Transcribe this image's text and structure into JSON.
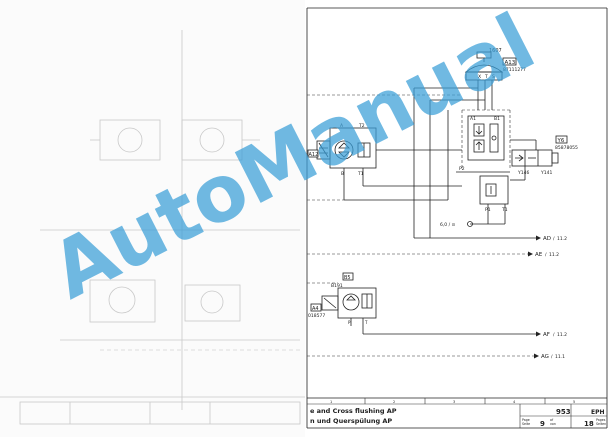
{
  "diagram": {
    "components": [
      {
        "id": "comp-a13",
        "tag": "A13",
        "part": "87111277",
        "ref": "1607"
      },
      {
        "id": "comp-y6",
        "tag": "Y6",
        "part": "85878055",
        "ref": "Y146",
        "coil": "Y141"
      },
      {
        "id": "comp-a12",
        "tag": "A12"
      },
      {
        "id": "comp-b5",
        "tag": "B5",
        "ref": "B191"
      },
      {
        "id": "comp-a4",
        "tag": "A4",
        "part": "018577"
      }
    ],
    "ports": {
      "t2": "T2",
      "a": "A",
      "b": "B",
      "t1": "T1",
      "p": "P",
      "p1": "P1",
      "p2": "P2",
      "a1": "A1",
      "b1": "B1",
      "x": "X",
      "t": "T",
      "s": "S"
    },
    "pressure_ref": "6,0 / ⊙",
    "line_refs": [
      {
        "id": "ad",
        "label": "AD",
        "sheet": "11.2"
      },
      {
        "id": "ae",
        "label": "AE",
        "sheet": "11.2"
      },
      {
        "id": "af",
        "label": "AF",
        "sheet": "11.2"
      },
      {
        "id": "ag",
        "label": "AG",
        "sheet": "11.1"
      }
    ]
  },
  "title_block": {
    "title_en": "e and Cross flushing AP",
    "title_de": "n und Querspülung AP",
    "drawing_no": "953",
    "code": "EPH",
    "page_label": "Page\nSeite",
    "page": "9",
    "of": "of\nvon",
    "pages": "18",
    "pages_label": "Pages\nSeiten",
    "grid_marks": [
      "1",
      "2",
      "3",
      "4",
      "5"
    ]
  },
  "watermark": {
    "text": "AutoManual",
    "color": "#3a9fd8"
  }
}
